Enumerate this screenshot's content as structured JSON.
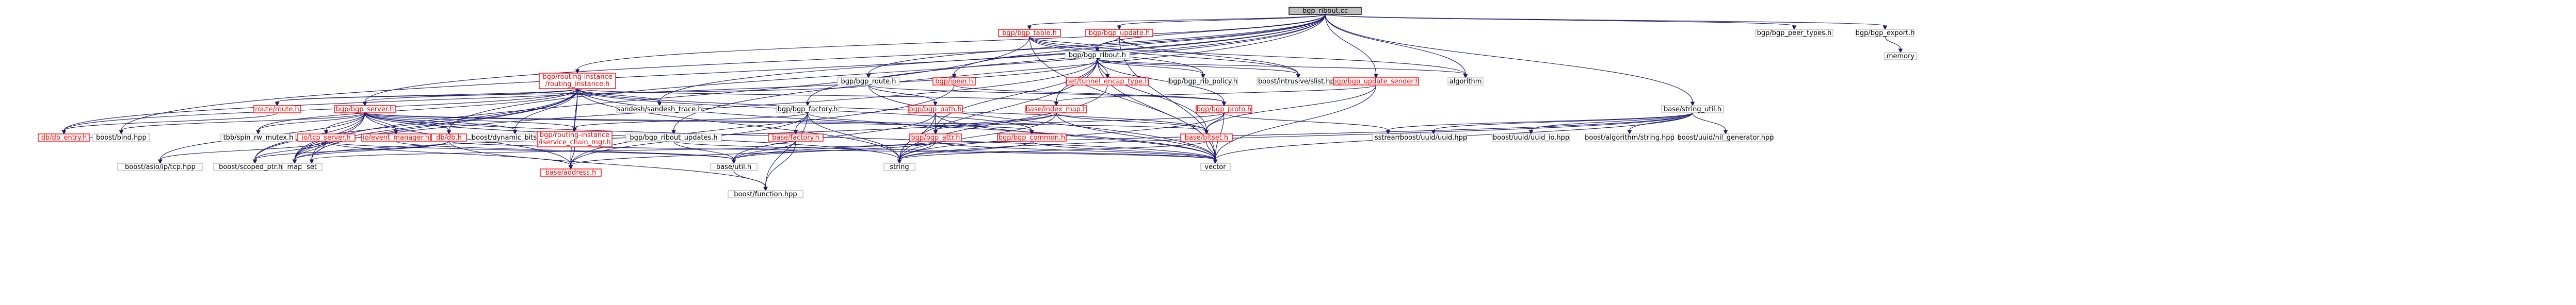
{
  "nodes": {
    "bgp_ribout_cc": {
      "label": "bgp_ribout.cc"
    },
    "bgp_table_h": {
      "label": "bgp/bgp_table.h"
    },
    "bgp_update_h": {
      "label": "bgp/bgp_update.h"
    },
    "bgp_peer_types_h": {
      "label": "bgp/bgp_peer_types.h"
    },
    "bgp_export_h": {
      "label": "bgp/bgp_export.h"
    },
    "memory": {
      "label": "memory"
    },
    "bgp_ribout_h": {
      "label": "bgp/bgp_ribout.h"
    },
    "routing_instance_h": {
      "label": [
        "bgp/routing-instance",
        "/routing_instance.h"
      ]
    },
    "bgp_route_h": {
      "label": "bgp/bgp_route.h"
    },
    "bgp_peer_h": {
      "label": "bgp/ipeer.h"
    },
    "tunnel_encap_type_h": {
      "label": "net/tunnel_encap_type.h"
    },
    "bgp_rib_policy_h": {
      "label": "bgp/bgp_rib_policy.h"
    },
    "intrusive_slist_hpp": {
      "label": "boost/intrusive/slist.hpp"
    },
    "bgp_update_sender_h": {
      "label": "bgp/bgp_update_sender.h"
    },
    "algorithm": {
      "label": "algorithm"
    },
    "base_string_util_h": {
      "label": "base/string_util.h"
    },
    "sandesh_trace_h": {
      "label": "sandesh/sandesh_trace.h"
    },
    "index_map_h": {
      "label": "base/index_map.h"
    },
    "bgp_proto_h": {
      "label": "bgp/bgp_proto.h"
    },
    "route_h": {
      "label": "route/route.h"
    },
    "bgp_server_h": {
      "label": "bgp/bgp_server.h"
    },
    "bgp_factory_h": {
      "label": "bgp/bgp_factory.h"
    },
    "bgp_path_h": {
      "label": "bgp/bgp_path.h"
    },
    "sstream": {
      "label": "sstream"
    },
    "uuid_hpp": {
      "label": "boost/uuid/uuid.hpp"
    },
    "uuid_io_hpp": {
      "label": "boost/uuid/uuid_io.hpp"
    },
    "algorithm_string_hpp": {
      "label": "boost/algorithm/string.hpp"
    },
    "nil_generator_hpp": {
      "label": "boost/uuid/nil_generator.hpp"
    },
    "db_entry_h": {
      "label": "db/db_entry.h"
    },
    "boost_bind_hpp": {
      "label": "boost/bind.hpp"
    },
    "tbb_spin_rw_mutex_h": {
      "label": "tbb/spin_rw_mutex.h"
    },
    "event_manager_h": {
      "label": "io/event_manager.h"
    },
    "db_db_h": {
      "label": "db/db.h"
    },
    "dynamic_bitset_hpp": {
      "label": "boost/dynamic_bitset.hpp"
    },
    "service_chain_mgr_h": {
      "label": [
        "bgp/routing-instance",
        "/iservice_chain_mgr.h"
      ]
    },
    "bgp_ribout_updates_h": {
      "label": "bgp/bgp_ribout_updates.h"
    },
    "base_factory_h": {
      "label": "base/factory.h"
    },
    "bgp_attr_h": {
      "label": "bgp/bgp_attr.h"
    },
    "bgp_common_h": {
      "label": "bgp/bgp_common.h"
    },
    "base_bitset_h": {
      "label": "base/bitset.h"
    },
    "tcp_server_h": {
      "label": "io/tcp_server.h"
    },
    "asio_ip_tcp_hpp": {
      "label": "boost/asio/ip/tcp.hpp"
    },
    "scoped_ptr_hpp": {
      "label": "boost/scoped_ptr.hpp"
    },
    "map": {
      "label": "map"
    },
    "set": {
      "label": "set"
    },
    "base_address_h": {
      "label": "base/address.h"
    },
    "base_util_h": {
      "label": "base/util.h"
    },
    "string": {
      "label": "string"
    },
    "vector": {
      "label": "vector"
    },
    "boost_function_hpp": {
      "label": "boost/function.hpp"
    }
  }
}
